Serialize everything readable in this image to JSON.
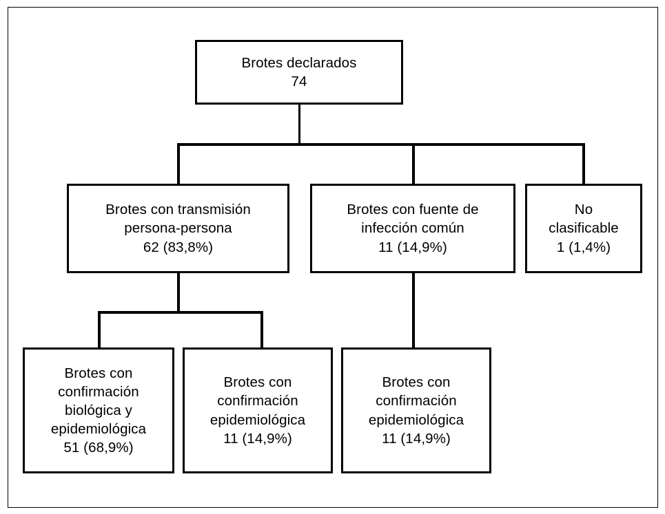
{
  "diagram": {
    "title_text": "",
    "colors": {
      "line": "#000000",
      "box_fill": "#ffffff",
      "text": "#000000",
      "frame": "#000000"
    },
    "nodes": {
      "root": {
        "label": "Brotes declarados",
        "count": "74",
        "text": "Brotes declarados\n74"
      },
      "person_to_person": {
        "label": "Brotes con transmisión persona-persona",
        "count": "62",
        "percent": "83,8%",
        "text": "Brotes con transmisión\npersona-persona\n62 (83,8%)"
      },
      "common_source": {
        "label": "Brotes con fuente de infección común",
        "count": "11",
        "percent": "14,9%",
        "text": "Brotes con fuente de\ninfección común\n11 (14,9%)"
      },
      "unclassifiable": {
        "label": "No clasificable",
        "count": "1",
        "percent": "1,4%",
        "text": "No\nclasificable\n1 (1,4%)"
      },
      "bio_epi_confirmation": {
        "label": "Brotes con confirmación biológica y epidemiológica",
        "count": "51",
        "percent": "68,9%",
        "text": "Brotes con\nconfirmación\nbiológica y\nepidemiológica\n51 (68,9%)"
      },
      "epi_confirmation_a": {
        "label": "Brotes con confirmación epidemiológica",
        "count": "11",
        "percent": "14,9%",
        "text": "Brotes con\nconfirmación\nepidemiológica\n11 (14,9%)"
      },
      "epi_confirmation_b": {
        "label": "Brotes con confirmación epidemiológica",
        "count": "11",
        "percent": "14,9%",
        "text": "Brotes con\nconfirmación\nepidemiológica\n11 (14,9%)"
      }
    },
    "edges": [
      {
        "from": "root",
        "to": "person_to_person"
      },
      {
        "from": "root",
        "to": "common_source"
      },
      {
        "from": "root",
        "to": "unclassifiable"
      },
      {
        "from": "person_to_person",
        "to": "bio_epi_confirmation"
      },
      {
        "from": "person_to_person",
        "to": "epi_confirmation_a"
      },
      {
        "from": "common_source",
        "to": "epi_confirmation_b"
      }
    ]
  }
}
